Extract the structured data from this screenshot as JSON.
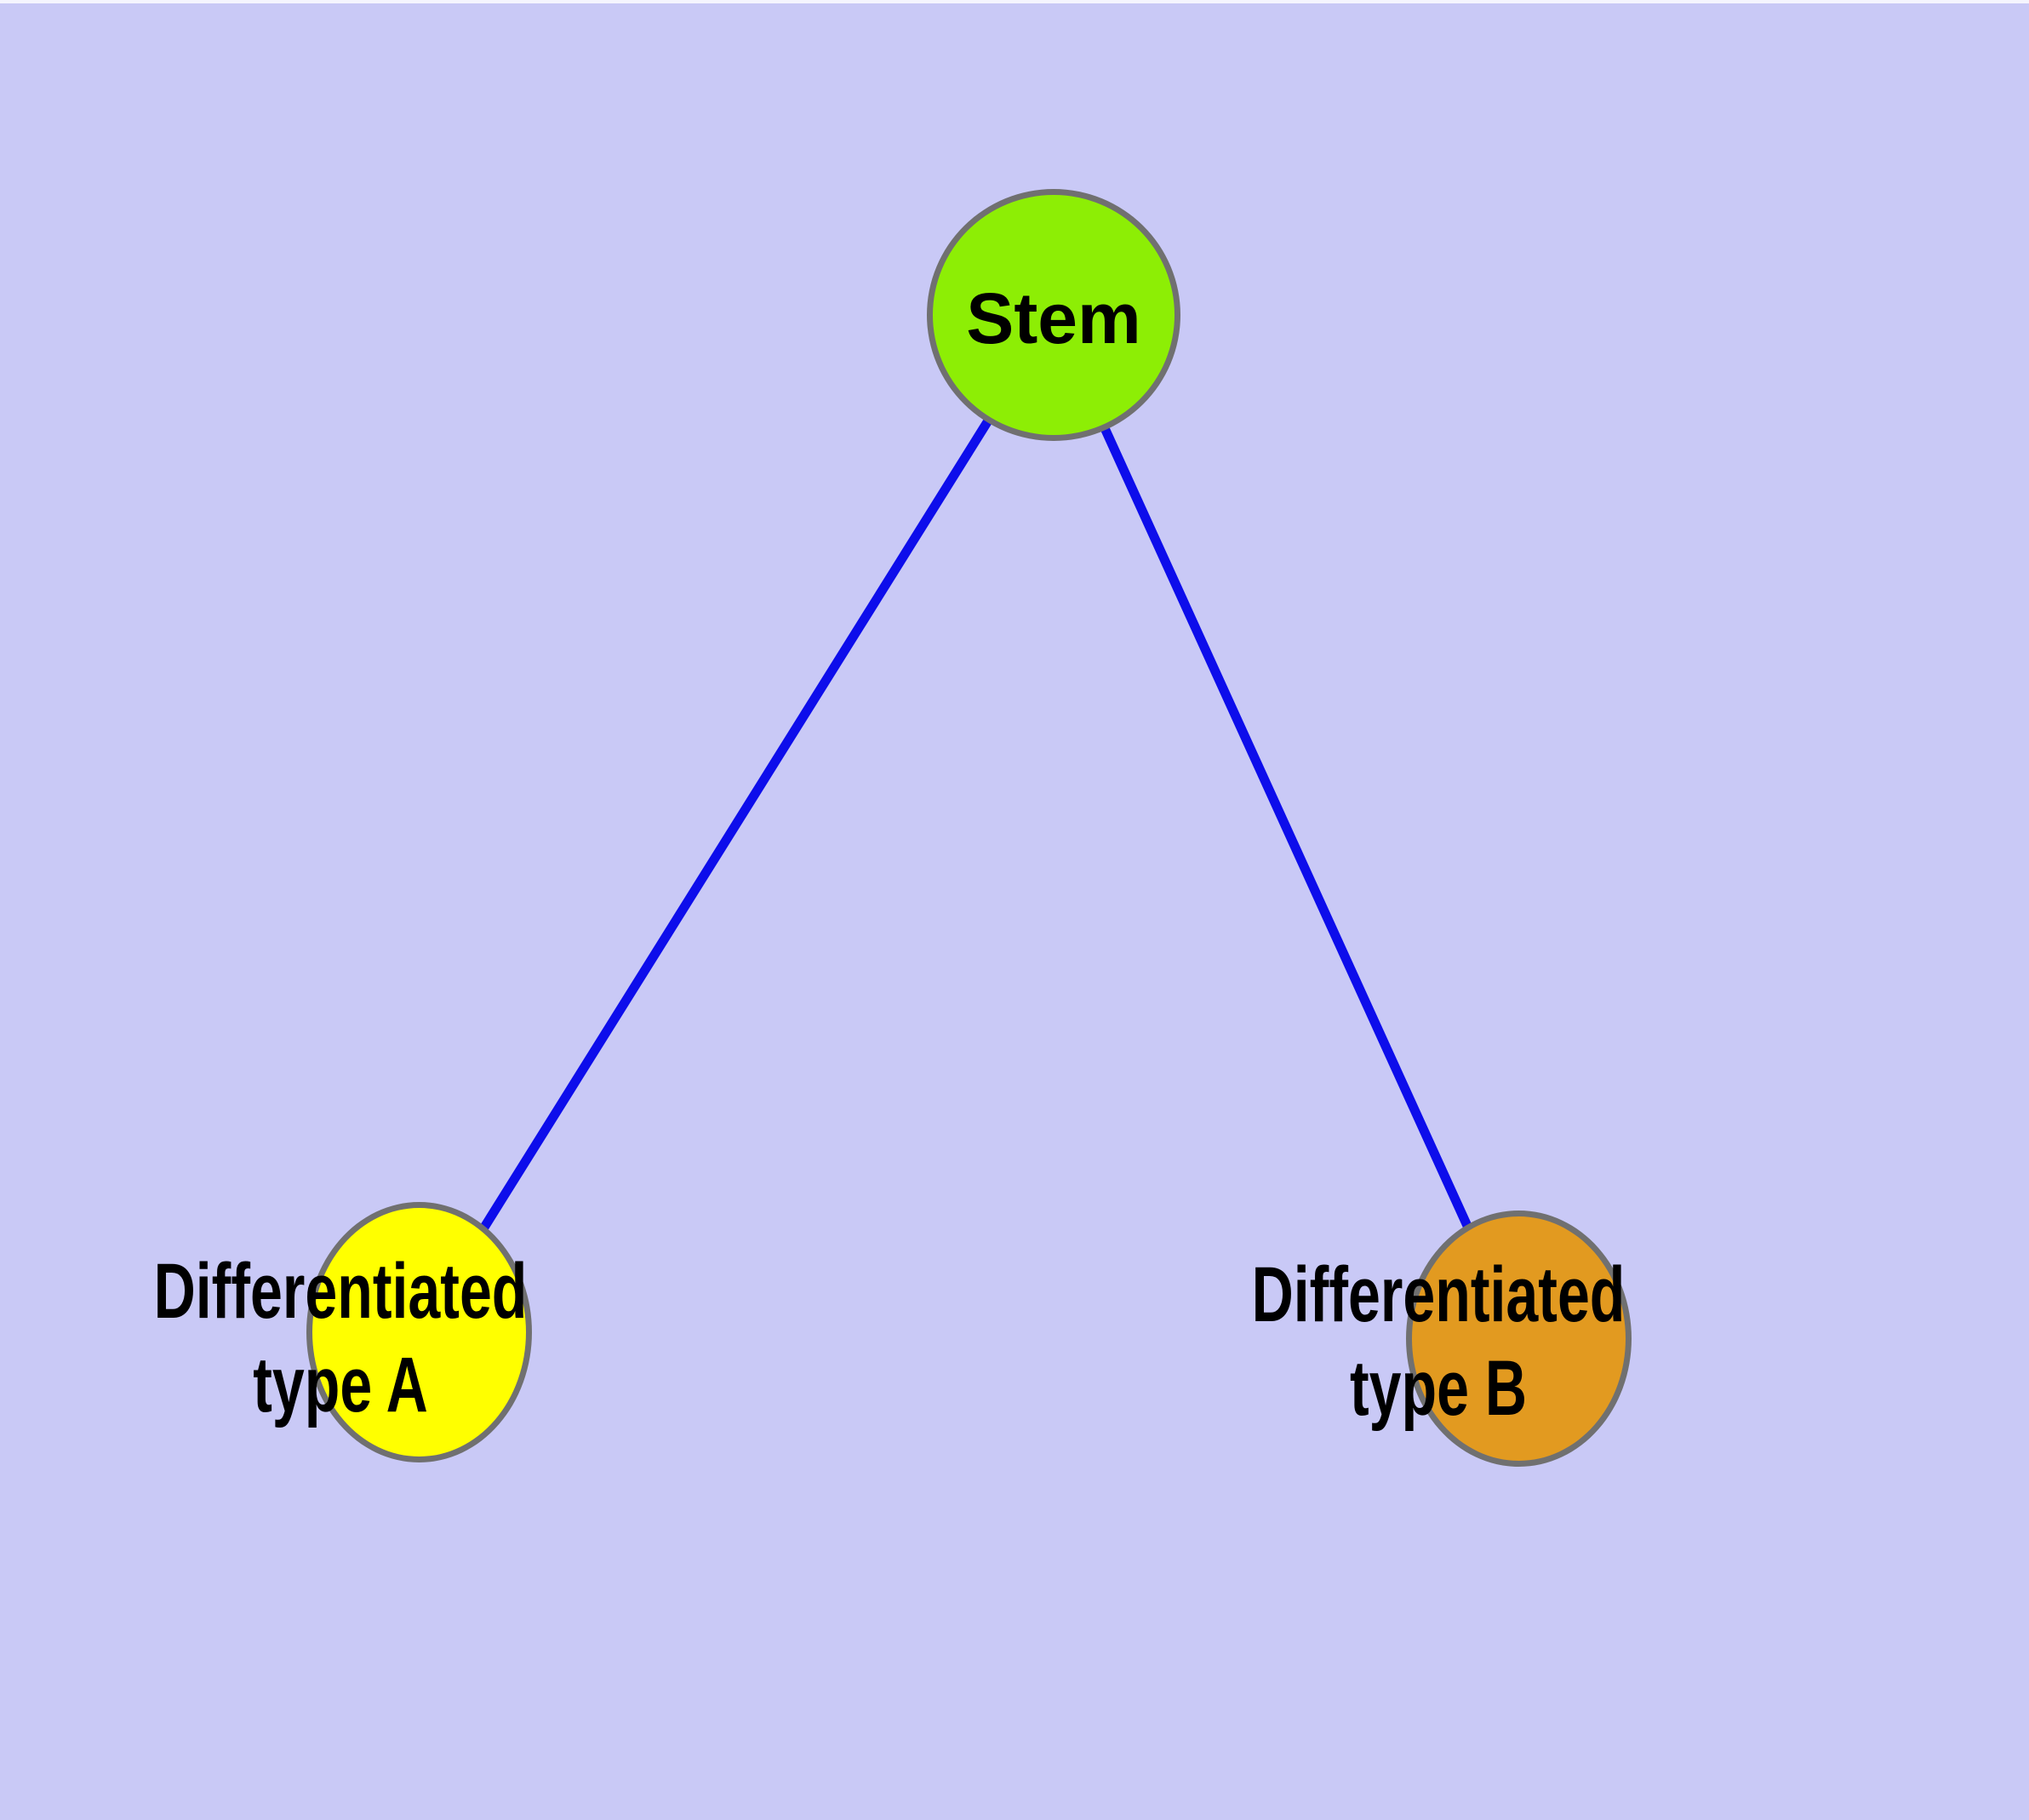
{
  "graph": {
    "type": "node-link-diagram",
    "palette": {
      "background": "#C9C9F6",
      "edge": "#0D0DEB",
      "node_border": "#707070",
      "label_color": "#000000",
      "top_edge_strip": "#FAFAFF"
    },
    "nodes": [
      {
        "id": "stem",
        "label": "Stem",
        "fill": "#8DEE05"
      },
      {
        "id": "differentiated-type-a",
        "label": "Differentiated type A",
        "label_line1": "Differentiated",
        "label_line2": "type A",
        "fill": "#FFFF00"
      },
      {
        "id": "differentiated-type-b",
        "label": "Differentiated type B",
        "label_line1": "Differentiated",
        "label_line2": "type B",
        "fill": "#E29A20"
      }
    ],
    "edges": [
      {
        "from": "Stem",
        "to": "Differentiated type A"
      },
      {
        "from": "Stem",
        "to": "Differentiated type B"
      }
    ]
  }
}
